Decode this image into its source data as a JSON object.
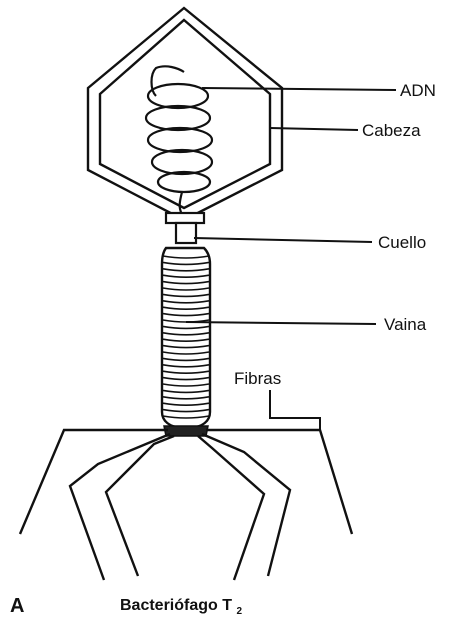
{
  "labels": {
    "dna": "ADN",
    "head": "Cabeza",
    "neck": "Cuello",
    "sheath": "Vaina",
    "fibers": "Fibras"
  },
  "panel_letter": "A",
  "caption": {
    "text": "Bacteriófago T",
    "subscript": "2"
  },
  "colors": {
    "ink": "#111111",
    "background": "#ffffff"
  }
}
